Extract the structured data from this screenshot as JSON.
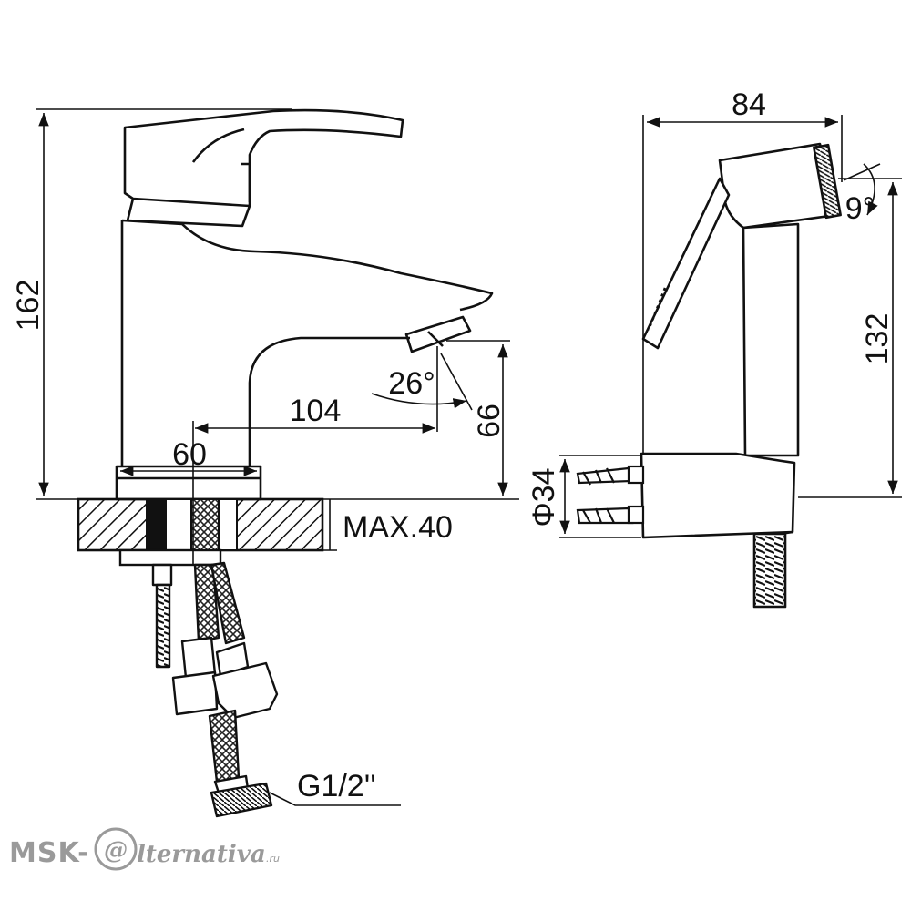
{
  "dimensions": {
    "height_total": "162",
    "spout_reach": "104",
    "base_diameter": "60",
    "spout_height": "66",
    "spout_angle": "26°",
    "max_thickness": "MAX.40",
    "thread": "G1/2''",
    "hygienic_width": "84",
    "hygienic_angle": "9°",
    "holder_height": "132",
    "holder_diameter": "Φ34"
  },
  "watermark": {
    "prefix": "MSK-",
    "at": "@",
    "suffix": "lternativa",
    "domain": ".ru"
  }
}
